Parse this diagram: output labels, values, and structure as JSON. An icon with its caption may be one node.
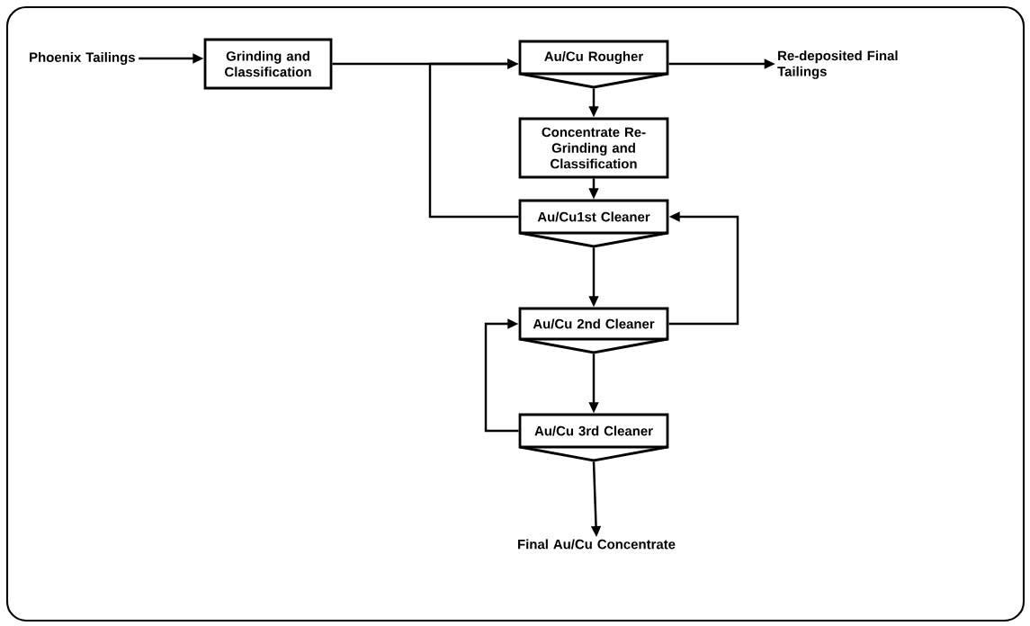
{
  "diagram": {
    "nodes": [
      {
        "text": [
          "Phoenix Tailings"
        ]
      },
      {
        "text": [
          "Grinding and Classification"
        ]
      },
      {
        "text": [
          "Au/Cu Rougher"
        ]
      },
      {
        "text": [
          "Re-deposited Final Tailings"
        ]
      },
      {
        "text": [
          "Concentrate Re-Grinding and Classification"
        ]
      },
      {
        "text": [
          "Au/Cu1st Cleaner"
        ]
      },
      {
        "text": [
          "Au/Cu 2nd Cleaner"
        ]
      },
      {
        "text": [
          "Au/Cu 3rd Cleaner"
        ]
      },
      {
        "text": [
          "Final Au/Cu Concentrate"
        ]
      }
    ],
    "edges": [
      {
        "from": 0,
        "to": 1,
        "arrow": "to"
      },
      {
        "from": 1,
        "to": 2,
        "arrow": "to"
      },
      {
        "from": 2,
        "to": 3,
        "arrow": "to"
      },
      {
        "from": 2,
        "to": 4,
        "arrow": "to"
      },
      {
        "from": 4,
        "to": 5,
        "arrow": "to"
      },
      {
        "from": 5,
        "to": 2,
        "arrow": "to"
      },
      {
        "from": 5,
        "to": 6,
        "arrow": "to"
      },
      {
        "from": 6,
        "to": 5,
        "arrow": "to"
      },
      {
        "from": 6,
        "to": 7,
        "arrow": "to"
      },
      {
        "from": 7,
        "to": 6,
        "arrow": "to"
      },
      {
        "from": 7,
        "to": 8,
        "arrow": "to"
      }
    ]
  }
}
